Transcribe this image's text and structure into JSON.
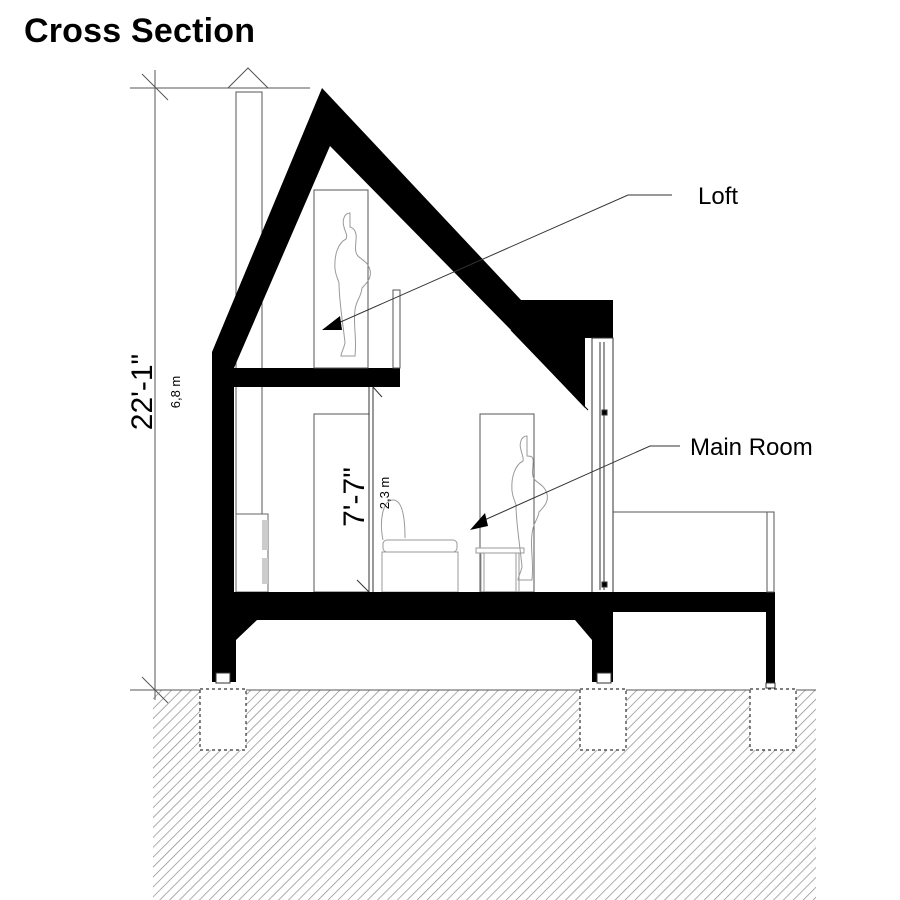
{
  "title": "Cross Section",
  "labels": {
    "loft": "Loft",
    "main_room": "Main Room"
  },
  "dimensions": {
    "overall_height_imperial": "22'-1\"",
    "overall_height_metric": "6,8 m",
    "ceiling_height_imperial": "7'-7\"",
    "ceiling_height_metric": "2,3 m"
  },
  "colors": {
    "structure": "#000000",
    "line": "#555555",
    "figure": "#999999",
    "hatch": "#8a8a8a",
    "background": "#ffffff"
  }
}
